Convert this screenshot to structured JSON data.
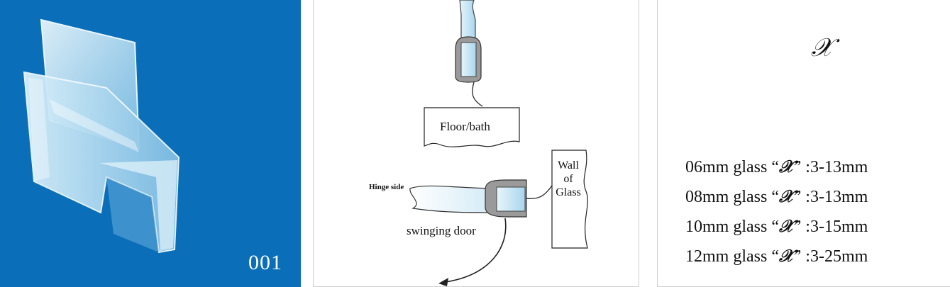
{
  "product_code": "001",
  "diagram": {
    "floor_label": "Floor/bath",
    "hinge_label": "Hinge side",
    "swing_label": "swinging door",
    "wall_label": [
      "Wall",
      "of",
      "Glass"
    ]
  },
  "dimension_symbol": "𝒳",
  "specs": [
    {
      "glass": "06mm glass",
      "range": ":3-13mm"
    },
    {
      "glass": "08mm glass",
      "range": ":3-13mm"
    },
    {
      "glass": "10mm glass",
      "range": ":3-15mm"
    },
    {
      "glass": "12mm glass",
      "range": ":3-25mm"
    }
  ],
  "colors": {
    "background_blue": "#0a6fb8",
    "seal_grey": "#9a9a9a",
    "glass_blue": "#bfe3f2"
  }
}
